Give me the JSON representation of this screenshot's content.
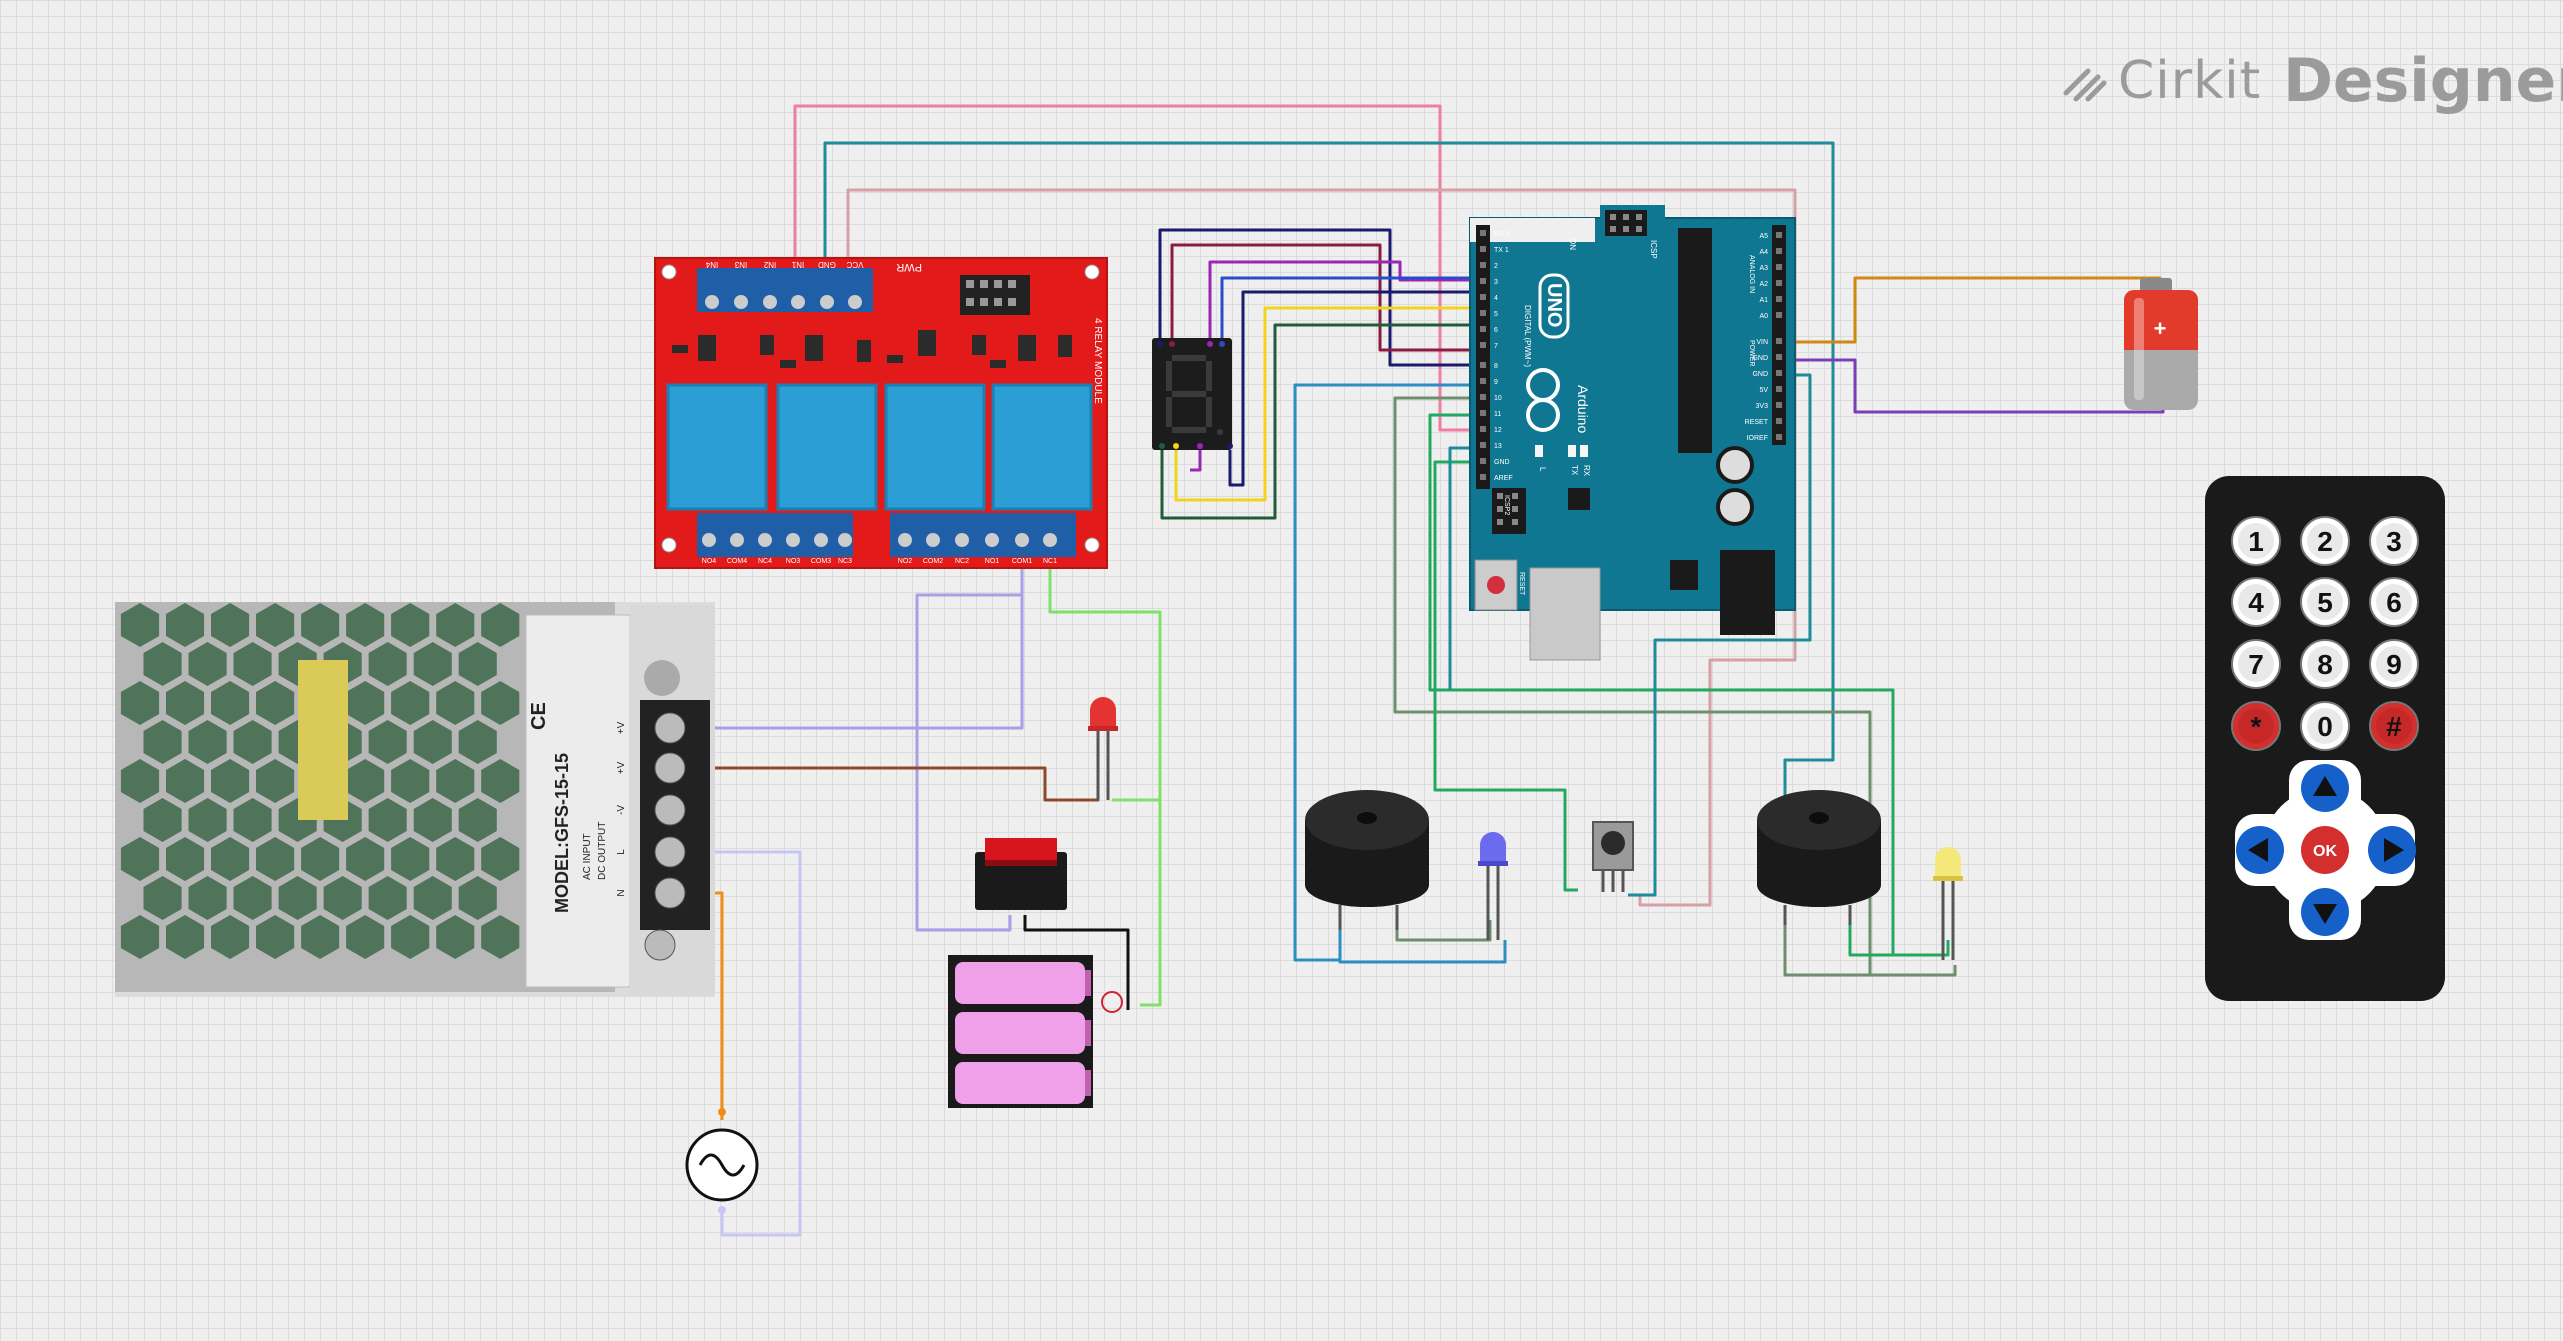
{
  "brand": {
    "name": "Cirkit",
    "product": "Designer"
  },
  "relay_module": {
    "title": "4 RELAY MODULE",
    "top_pins": [
      "IN4",
      "IN3",
      "IN2",
      "IN1",
      "GND",
      "VCC"
    ],
    "pwr": "PWR",
    "bottom_pins": [
      "NO4",
      "COM4",
      "NC4",
      "NO3",
      "COM3",
      "NC3",
      "NO2",
      "COM2",
      "NC2",
      "NO1",
      "COM1",
      "NC1"
    ]
  },
  "power_supply": {
    "model": "MODEL:GFS-15-15",
    "ac_input": "AC INPUT",
    "dc_output": "DC OUTPUT",
    "terminals": [
      "+V",
      "+V",
      "-V",
      "L",
      "N"
    ],
    "ce": "CE"
  },
  "arduino": {
    "name": "UNO",
    "brand": "Arduino",
    "labels": {
      "digital": "DIGITAL (PWM~)",
      "power": "POWER",
      "analog": "ANALOG IN",
      "reset": "RESET",
      "icsp": "ICSP",
      "icsp2": "ICSP2",
      "tx": "TX",
      "rx": "RX",
      "l": "L",
      "on": "ON",
      "aref": "AREF",
      "gnd": "GND"
    },
    "left_pins": [
      "RX 0",
      "TX 1",
      "2",
      "3",
      "4",
      "5",
      "6",
      "7",
      "8",
      "9",
      "10",
      "11",
      "12",
      "13",
      "GND",
      "AREF"
    ],
    "right_pins": [
      "A5",
      "A4",
      "A3",
      "A2",
      "A1",
      "A0",
      "VIN",
      "GND",
      "GND",
      "5V",
      "3V3",
      "RESET",
      "IOREF"
    ]
  },
  "remote": {
    "keys": [
      "1",
      "2",
      "3",
      "4",
      "5",
      "6",
      "7",
      "8",
      "9",
      "*",
      "0",
      "#"
    ],
    "ok": "OK"
  },
  "colors": {
    "pink": "#f07da2",
    "teal": "#1f8c9a",
    "mauve": "#d6a0a6",
    "navy": "#1a1a6e",
    "maroon": "#8b1a44",
    "purple": "#9b26b6",
    "blue": "#2b4cc9",
    "yellow": "#f2d41a",
    "darkgreen": "#1f5c3a",
    "orange": "#d08a14",
    "violet": "#7b3fb5",
    "lavender": "#a8a0e6",
    "lightgreen": "#7fe06a",
    "brown": "#8a4a2a",
    "skyblue": "#2c8fc4",
    "sage": "#6e8f6e",
    "green": "#22a860",
    "lightlav": "#c6c6f4",
    "relay_red": "#e21a1a",
    "arduino_teal": "#0f7791"
  }
}
